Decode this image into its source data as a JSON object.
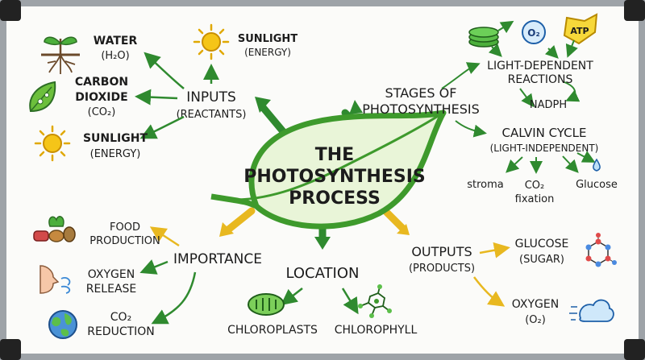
{
  "center": {
    "lines": [
      "THE",
      "PHOTOSYNTHESIS",
      "PROCESS"
    ]
  },
  "inputs": {
    "title": [
      "INPUTS",
      "(REACTANTS)"
    ],
    "water": [
      "WATER",
      "(H₂O)"
    ],
    "co2": [
      "CARBON",
      "DIOXIDE",
      "(CO₂)"
    ],
    "sunlight_top": [
      "SUNLIGHT",
      "(ENERGY)"
    ],
    "sunlight_left": [
      "SUNLIGHT",
      "(ENERGY)"
    ]
  },
  "stages": {
    "title": [
      "STAGES OF",
      "PHOTOSYNTHESIS"
    ],
    "light": [
      "LIGHT-DEPENDENT",
      "REACTIONS"
    ],
    "nadph": "NADPH",
    "calvin": [
      "CALVIN CYCLE",
      "(LIGHT-INDEPENDENT)"
    ],
    "stroma": "stroma",
    "co2fix": [
      "CO₂",
      "fixation"
    ],
    "glucose": "Glucose",
    "o2_badge": "O₂",
    "atp_badge": "ATP"
  },
  "outputs": {
    "title": [
      "OUTPUTS",
      "(PRODUCTS)"
    ],
    "glucose": [
      "GLUCOSE",
      "(SUGAR)"
    ],
    "oxygen": [
      "OXYGEN",
      "(O₂)"
    ]
  },
  "importance": {
    "title": "IMPORTANCE",
    "food": [
      "FOOD",
      "PRODUCTION"
    ],
    "oxygen": [
      "OXYGEN",
      "RELEASE"
    ],
    "co2": [
      "CO₂",
      "REDUCTION"
    ]
  },
  "location": {
    "title": "LOCATION",
    "chloroplasts": "CHLOROPLASTS",
    "chlorophyll": "CHLOROPHYLL"
  },
  "colors": {
    "leaf": "#3e9a2c",
    "leaf_fill": "#e9f5d8",
    "arrow_green": "#2f8a2f",
    "arrow_yellow": "#e8b820",
    "frame": "#b8bcc0"
  }
}
